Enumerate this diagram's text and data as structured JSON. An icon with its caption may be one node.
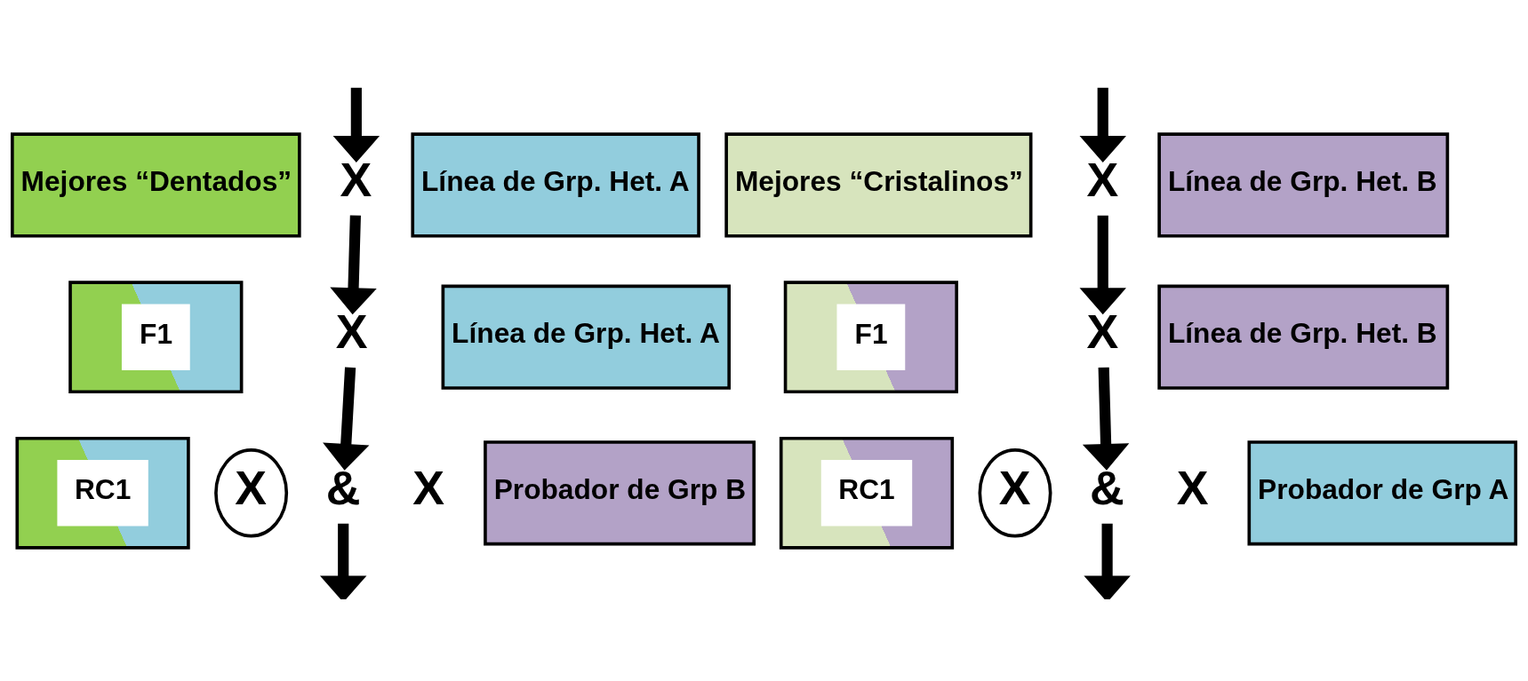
{
  "diagram": {
    "nodes": [
      {
        "text": [
          "Mejores “Dentados”"
        ]
      },
      {
        "text": [
          "X"
        ]
      },
      {
        "text": [
          "Línea de Grp. Het. A"
        ]
      },
      {
        "text": [
          "F1"
        ]
      },
      {
        "text": [
          "X"
        ]
      },
      {
        "text": [
          "Línea de Grp. Het. A"
        ]
      },
      {
        "text": [
          "RC1"
        ]
      },
      {
        "text": [
          "X"
        ]
      },
      {
        "text": [
          "&"
        ]
      },
      {
        "text": [
          "X"
        ]
      },
      {
        "text": [
          "Probador de Grp B"
        ]
      },
      {
        "text": [
          "Mejores “Cristalinos”"
        ]
      },
      {
        "text": [
          "X"
        ]
      },
      {
        "text": [
          "Línea de Grp. Het. B"
        ]
      },
      {
        "text": [
          "F1"
        ]
      },
      {
        "text": [
          "X"
        ]
      },
      {
        "text": [
          "Línea de Grp. Het. B"
        ]
      },
      {
        "text": [
          "RC1"
        ]
      },
      {
        "text": [
          "X"
        ]
      },
      {
        "text": [
          "&"
        ]
      },
      {
        "text": [
          "X"
        ]
      },
      {
        "text": [
          "Probador de Grp A"
        ]
      }
    ],
    "edges": [
      {
        "from": null,
        "to": 1,
        "arrow": "to"
      },
      {
        "from": 1,
        "to": 4,
        "arrow": "to"
      },
      {
        "from": 4,
        "to": 8,
        "arrow": "to"
      },
      {
        "from": 8,
        "to": null,
        "arrow": "to"
      },
      {
        "from": null,
        "to": 12,
        "arrow": "to"
      },
      {
        "from": 12,
        "to": 15,
        "arrow": "to"
      },
      {
        "from": 15,
        "to": 19,
        "arrow": "to"
      },
      {
        "from": 19,
        "to": null,
        "arrow": "to"
      }
    ]
  }
}
